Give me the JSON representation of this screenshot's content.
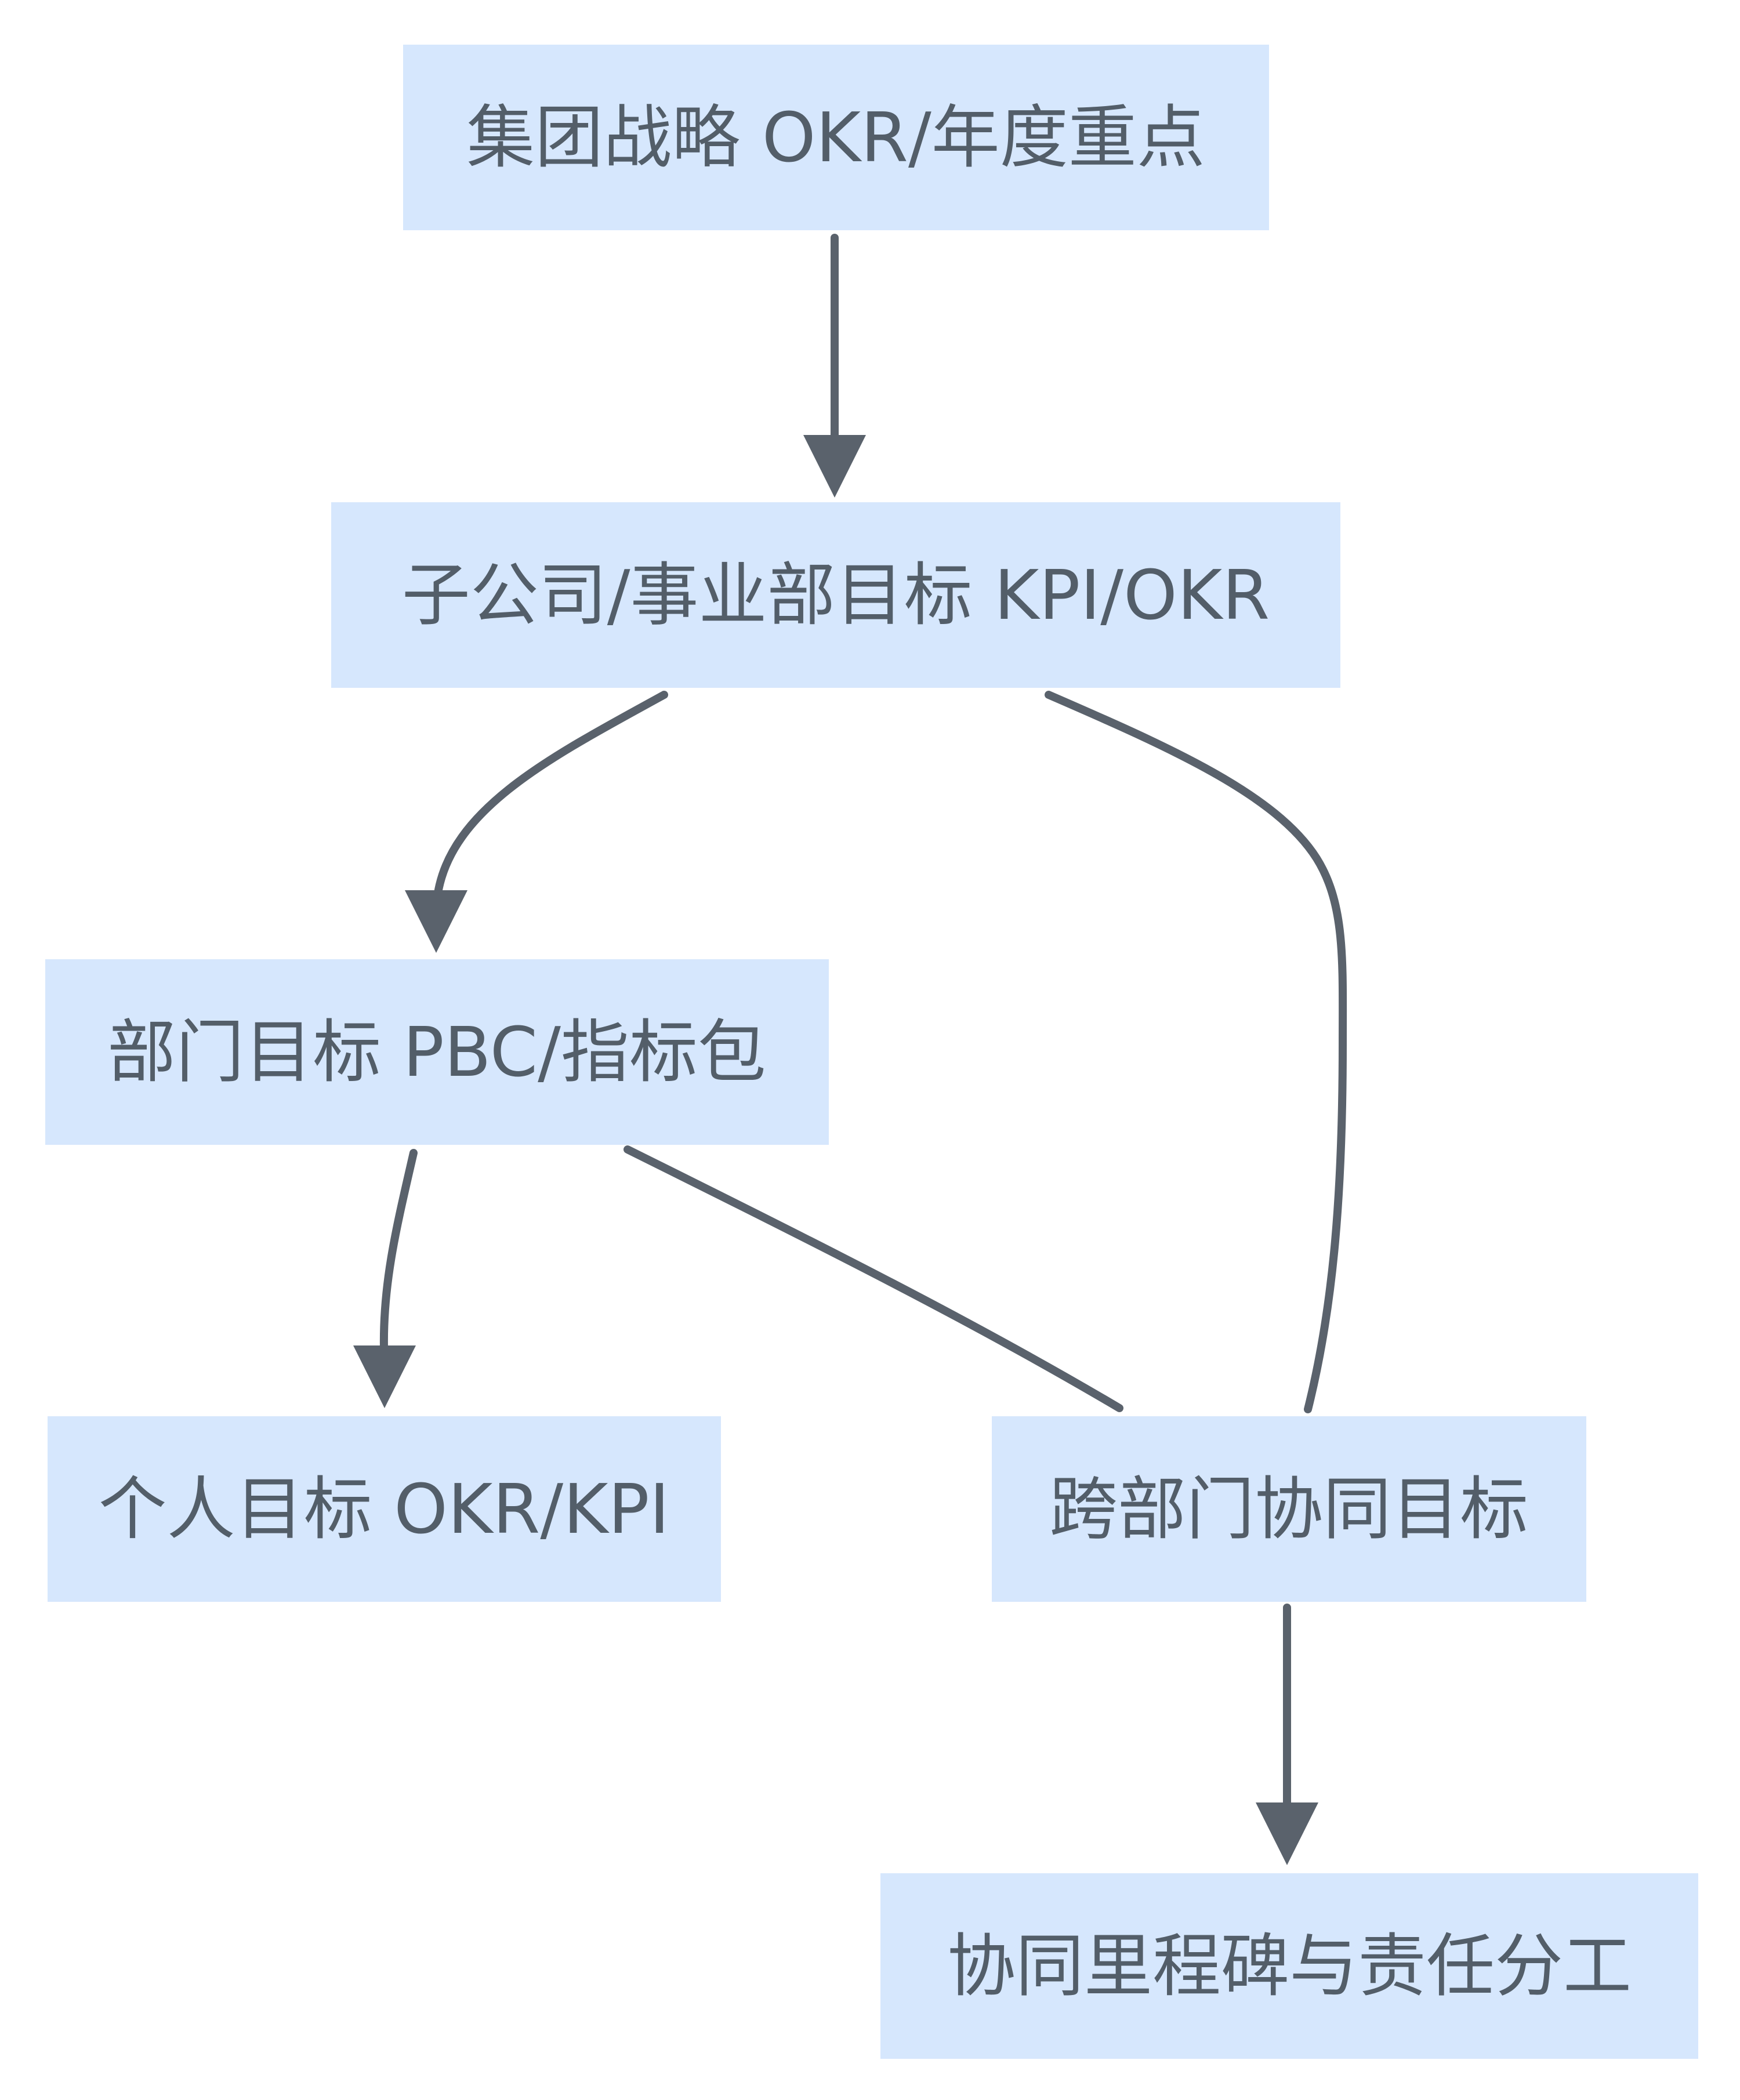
{
  "nodes": [
    {
      "id": "group",
      "label": "集团战略 OKR/年度重点"
    },
    {
      "id": "subsidiary",
      "label": "子公司/事业部目标 KPI/OKR"
    },
    {
      "id": "department",
      "label": "部门目标 PBC/指标包"
    },
    {
      "id": "personal",
      "label": "个人目标 OKR/KPI"
    },
    {
      "id": "crossdept",
      "label": "跨部门协同目标"
    },
    {
      "id": "milestone",
      "label": "协同里程碑与责任分工"
    }
  ],
  "edges": [
    {
      "from": "group",
      "to": "subsidiary",
      "arrow": true
    },
    {
      "from": "subsidiary",
      "to": "department",
      "arrow": true
    },
    {
      "from": "subsidiary",
      "to": "crossdept",
      "arrow": false
    },
    {
      "from": "department",
      "to": "personal",
      "arrow": true
    },
    {
      "from": "department",
      "to": "crossdept",
      "arrow": false
    },
    {
      "from": "crossdept",
      "to": "milestone",
      "arrow": true
    }
  ],
  "colors": {
    "node_fill": "#d6e7fd",
    "node_text": "#535e69",
    "edge": "#5a626c"
  }
}
